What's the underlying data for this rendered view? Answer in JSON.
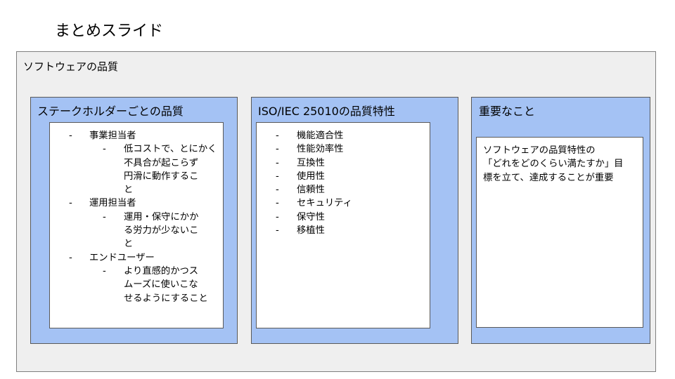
{
  "slide": {
    "title": "まとめスライド"
  },
  "outer": {
    "label": "ソフトウェアの品質"
  },
  "panels": {
    "stakeholders": {
      "title": "ステークホルダーごとの品質",
      "items": [
        {
          "dash": "-",
          "label": "事業担当者",
          "sub_dash": "-",
          "sub_lines": [
            "低コストで、とにかく",
            "不具合が起こらず",
            "円滑に動作するこ",
            "と"
          ]
        },
        {
          "dash": "-",
          "label": "運用担当者",
          "sub_dash": "-",
          "sub_lines": [
            "運用・保守にかか",
            "る労力が少ないこ",
            "と"
          ]
        },
        {
          "dash": "-",
          "label": "エンドユーザー",
          "sub_dash": "-",
          "sub_lines": [
            "より直感的かつス",
            "ムーズに使いこな",
            "せるようにすること"
          ]
        }
      ]
    },
    "iso": {
      "title": "ISO/IEC 25010の品質特性",
      "dash": "-",
      "items": [
        "機能適合性",
        "性能効率性",
        "互換性",
        "使用性",
        "信頼性",
        "セキュリティ",
        "保守性",
        "移植性"
      ]
    },
    "important": {
      "title": "重要なこと",
      "lines": [
        "ソフトウェアの品質特性の",
        "「どれをどのくらい満たすか」目",
        "標を立て、達成することが重要"
      ]
    }
  },
  "colors": {
    "panel_fill": "#a4c2f4",
    "outer_fill": "#efefef",
    "inner_fill": "#ffffff"
  }
}
